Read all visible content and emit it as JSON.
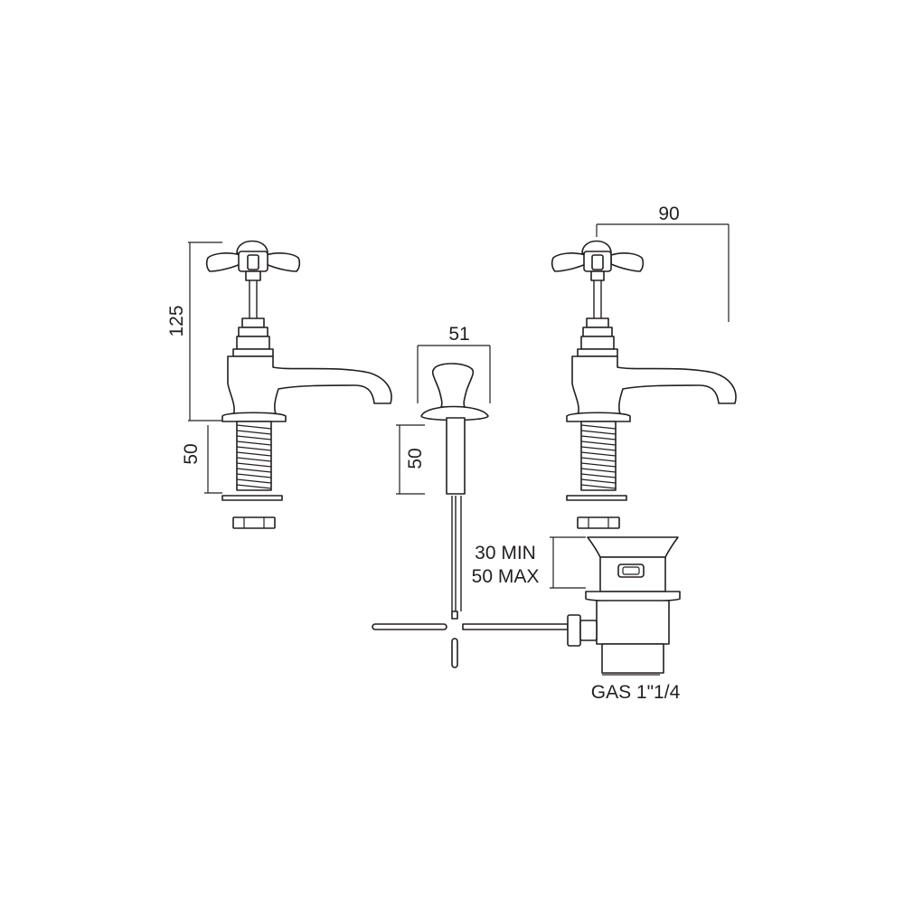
{
  "dimensions": {
    "height_top": "125",
    "height_shank_left": "50",
    "width_handle": "90",
    "width_knob": "51",
    "height_shank_center": "50",
    "range_min": "30 MIN",
    "range_max": "50 MAX",
    "thread": "GAS 1\"1/4"
  },
  "colors": {
    "line": "#231f20",
    "background": "#ffffff"
  }
}
